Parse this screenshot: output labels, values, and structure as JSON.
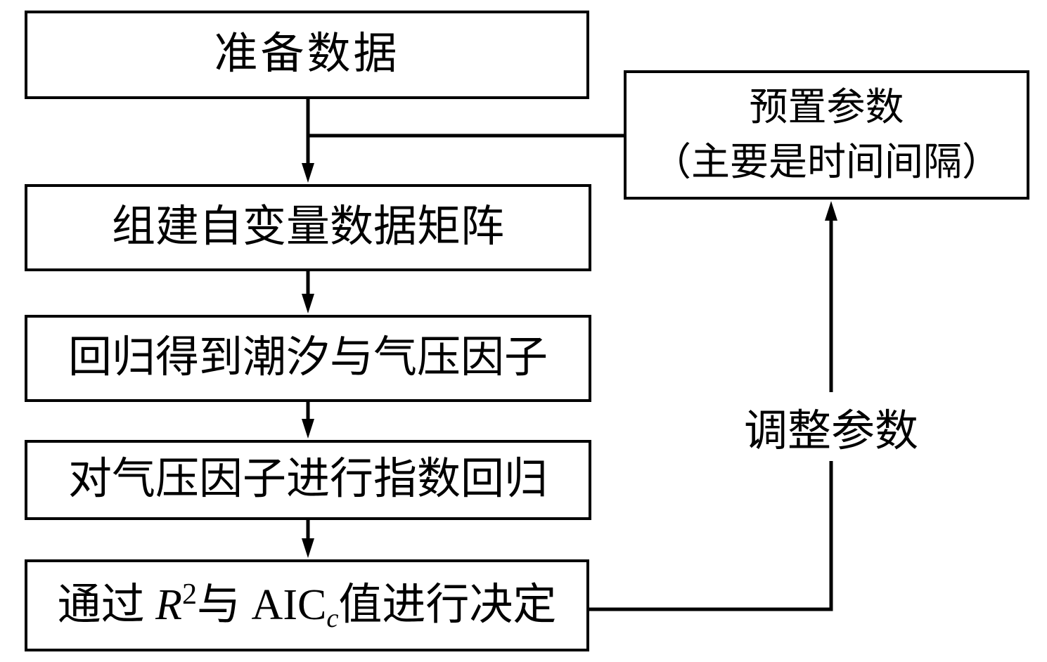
{
  "canvas": {
    "background": "#ffffff",
    "line_color": "#000000",
    "text_color": "#000000"
  },
  "steps": [
    {
      "id": "prepare-data",
      "label": "准备数据"
    },
    {
      "id": "build-independent-variable-matrix",
      "label": "组建自变量数据矩阵"
    },
    {
      "id": "regress-tide-pressure-factors",
      "label": "回归得到潮汐与气压因子"
    },
    {
      "id": "exponential-regression-pressure-factor",
      "label": "对气压因子进行指数回归"
    },
    {
      "id": "decide-by-r2-aicc",
      "parts": {
        "prefix": "通过 ",
        "r_var": "R",
        "r_sup": "2",
        "mid": "与 AIC",
        "sub_c": "c",
        "suffix": "值进行决定"
      }
    }
  ],
  "preset_box": {
    "line1": "预置参数",
    "line2": "（主要是时间间隔）"
  },
  "feedback_label": "调整参数"
}
